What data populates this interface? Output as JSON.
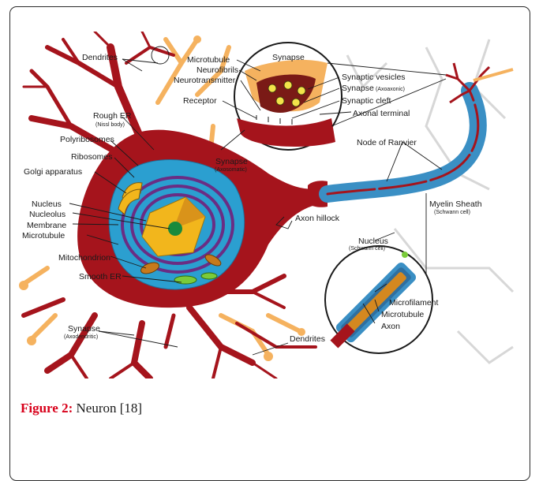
{
  "labels": {
    "dendrites_top": "Dendrites",
    "rough_er": "Rough ER",
    "rough_er_sub": "(Nissl body)",
    "polyribosomes": "Polyribosomes",
    "ribosomes": "Ribosomes",
    "golgi": "Golgi apparatus",
    "nucleus": "Nucleus",
    "nucleolus": "Nucleolus",
    "membrane": "Membrane",
    "microtubule_left": "Microtubule",
    "mitochondrion": "Mitochondrion",
    "smooth_er": "Smooth ER",
    "synapse_axodendritic": "Synapse",
    "synapse_axodendritic_sub": "(Axodendritic)",
    "dendrites_bottom": "Dendrites",
    "microtubule_top": "Microtubule",
    "neurofibrils": "Neurofibrils",
    "neurotransmitter": "Neurotransmitter",
    "receptor": "Receptor",
    "synapse_top": "Synapse",
    "synaptic_vesicles": "Synaptic vesicles",
    "synapse_axoaxonic": "Synapse",
    "synapse_axoaxonic_sub": "(Axoaxonic)",
    "synaptic_cleft": "Synaptic cleft",
    "axonal_terminal": "Axonal terminal",
    "synapse_axosomatic": "Synapse",
    "synapse_axosomatic_sub": "(Axosomatic)",
    "node_of_ranvier": "Node of Ranvier",
    "axon_hillock": "Axon hillock",
    "myelin_sheath": "Myelin Sheath",
    "myelin_sheath_sub": "(Schwann cell)",
    "nucleus_schwann": "Nucleus",
    "nucleus_schwann_sub": "(Schwann cell)",
    "microfilament": "Microfilament",
    "microtubule_right": "Microtubule",
    "axon": "Axon"
  },
  "caption": {
    "figure_label": "Figure 2:",
    "text": " Neuron [18]"
  },
  "colors": {
    "neuron_body": "#a5141c",
    "cytoplasm": "#2b9fd0",
    "nucleus": "#f2b61c",
    "golgi": "#6a2d84",
    "myelin": "#3a8fc4",
    "dendrite_orange": "#f5b25f",
    "caption_label": "#d8001a"
  }
}
